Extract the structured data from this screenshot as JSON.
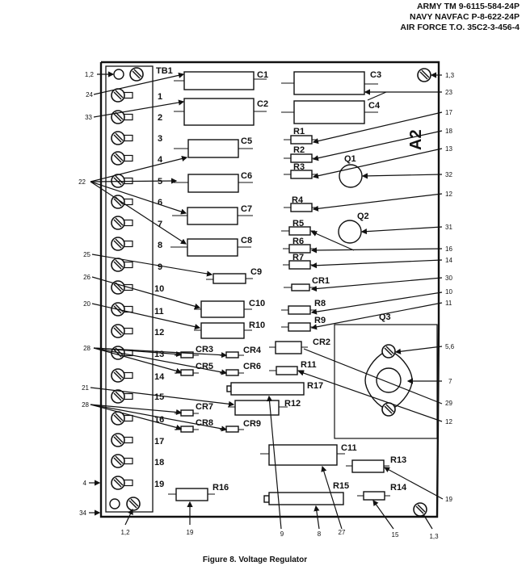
{
  "header": {
    "lines": [
      "ARMY TM 9-6115-584-24P",
      "NAVY NAVFAC P-8-622-24P",
      "AIR FORCE T.O.  35C2-3-456-4"
    ]
  },
  "caption": "Figure  8.  Voltage Regulator",
  "board": {
    "designator": "A2",
    "terminal_board": "TB1",
    "terminal_numbers": [
      "1",
      "2",
      "3",
      "4",
      "5",
      "6",
      "7",
      "8",
      "9",
      "10",
      "11",
      "12",
      "13",
      "14",
      "15",
      "16",
      "17",
      "18",
      "19"
    ]
  },
  "components": {
    "C1": "C1",
    "C2": "C2",
    "C3": "C3",
    "C4": "C4",
    "C5": "C5",
    "C6": "C6",
    "C7": "C7",
    "C8": "C8",
    "C9": "C9",
    "C10": "C10",
    "C11": "C11",
    "R1": "R1",
    "R2": "R2",
    "R3": "R3",
    "R4": "R4",
    "R5": "R5",
    "R6": "R6",
    "R7": "R7",
    "R8": "R8",
    "R9": "R9",
    "R10": "R10",
    "R11": "R11",
    "R12": "R12",
    "R13": "R13",
    "R14": "R14",
    "R15": "R15",
    "R16": "R16",
    "R17": "R17",
    "CR1": "CR1",
    "CR2": "CR2",
    "CR3": "CR3",
    "CR4": "CR4",
    "CR5": "CR5",
    "CR6": "CR6",
    "CR7": "CR7",
    "CR8": "CR8",
    "CR9": "CR9",
    "Q1": "Q1",
    "Q2": "Q2",
    "Q3": "Q3"
  },
  "callouts": {
    "left": {
      "c12": "1,2",
      "c24": "24",
      "c33": "33",
      "c22": "22",
      "c25": "25",
      "c26": "26",
      "c20": "20",
      "c28a": "28",
      "c21": "21",
      "c28b": "28",
      "c4": "4",
      "c34": "34"
    },
    "right": {
      "c13a": "1,3",
      "c23": "23",
      "c17": "17",
      "c18": "18",
      "c13": "13",
      "c32": "32",
      "c12": "12",
      "c31": "31",
      "c16": "16",
      "c14": "14",
      "c30": "30",
      "c10": "10",
      "c11": "11",
      "c56": "5,6",
      "c7": "7",
      "c29": "29",
      "c12b": "12",
      "c19": "19"
    },
    "bottom": {
      "b12": "1,2",
      "b19": "19",
      "b9": "9",
      "b8": "8",
      "b27": "27",
      "b15": "15",
      "b13": "1,3"
    }
  }
}
